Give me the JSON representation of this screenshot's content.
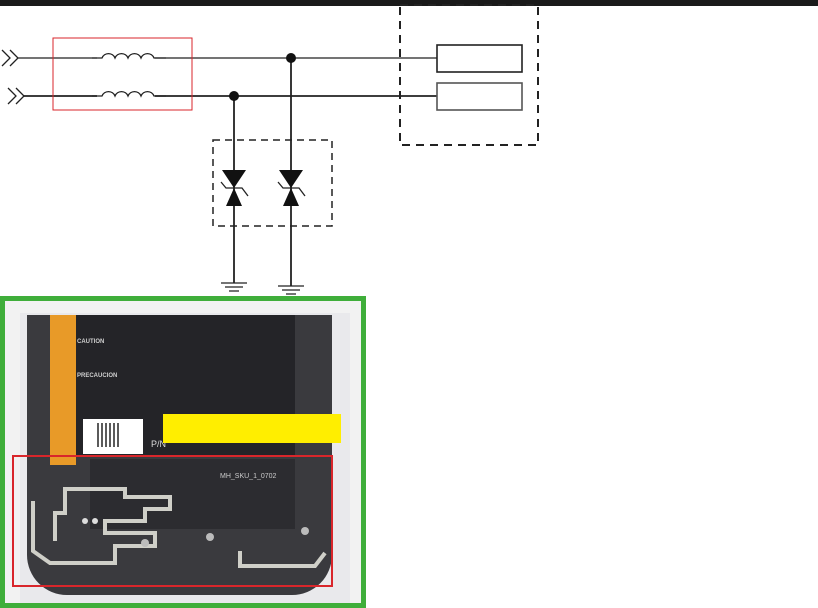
{
  "photo": {
    "label_lines": [
      "CAUTION",
      "PRECAUCION"
    ],
    "pn_label": "P/N",
    "module_marking": "MH_SKU_1_0702"
  },
  "colors": {
    "highlight_box": "#d9262b",
    "photo_frame": "#3fae3a",
    "redaction": "#ffee00"
  }
}
